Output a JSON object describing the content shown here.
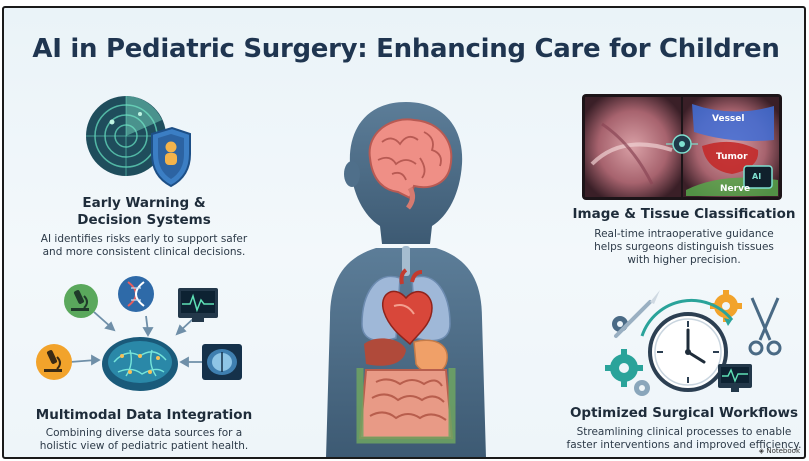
{
  "title": "AI in Pediatric Surgery: Enhancing Care for Children",
  "panels": {
    "early_warning": {
      "title_line1": "Early Warning &",
      "title_line2": "Decision Systems",
      "desc_line1": "AI identifies risks early to support safer",
      "desc_line2": "and more consistent clinical decisions."
    },
    "image_tissue": {
      "title": "Image & Tissue Classification",
      "desc_line1": "Real-time intraoperative guidance",
      "desc_line2": "helps surgeons distinguish tissues",
      "desc_line3": "with higher precision.",
      "labels": {
        "vessel": "Vessel",
        "tumor": "Tumor",
        "nerve": "Nerve",
        "ai": "AI"
      }
    },
    "multimodal": {
      "title": "Multimodal Data Integration",
      "desc_line1": "Combining diverse data sources for a",
      "desc_line2": "holistic view of pediatric patient health."
    },
    "workflows": {
      "title": "Optimized Surgical Workflows",
      "desc_line1": "Streamlining clinical processes to enable",
      "desc_line2": "faster interventions and improved efficiency."
    }
  },
  "credit": "Notebook",
  "colors": {
    "title": "#1f3550",
    "silhouette": "#4a6a85",
    "brain": "#ef8f86",
    "heart": "#d8473a",
    "lungs": "#9fb8d8",
    "accent_teal": "#2aa39a",
    "accent_orange": "#f2a32b"
  }
}
